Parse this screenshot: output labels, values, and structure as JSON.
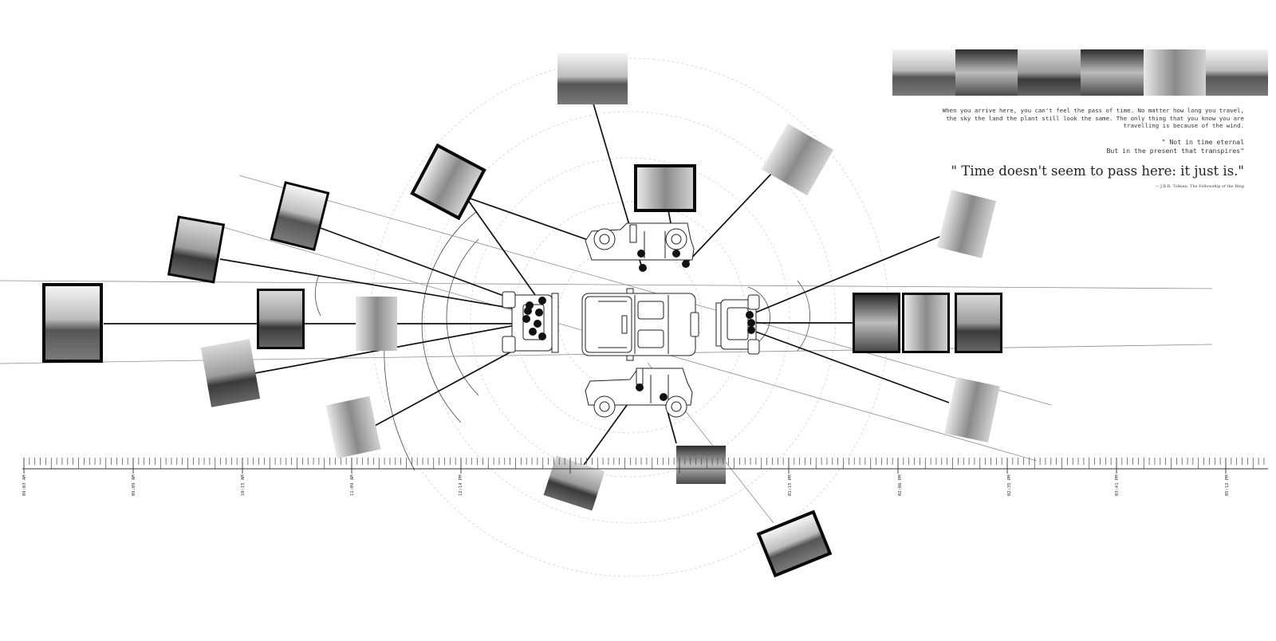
{
  "quote": {
    "paragraph": "When you arrive here, you can't feel the pass of time. No matter how long you travel, the sky the land the plant still look the same. The only thing that you know you are travelling is because of the wind.",
    "verse_line1": "\" Not in time eternal",
    "verse_line2": "But in the present that transpires\"",
    "main": "\" Time doesn't seem to pass here: it just is.\"",
    "citation": "— J.R.R. Tolkien, The Fellowship of the Ring"
  },
  "timeline": {
    "labels": [
      "09:03 AM",
      "09:09 AM",
      "10:15 AM",
      "11:09 AM",
      "12:14 PM",
      "01:15 PM",
      "02:06 PM",
      "02:35 PM",
      "03:41 PM",
      "05:12 PM"
    ]
  },
  "colors": {
    "ink": "#111111",
    "frame": "#0a0a0a",
    "guide": "#9a9a9a",
    "ring": "#cfcfcf"
  }
}
